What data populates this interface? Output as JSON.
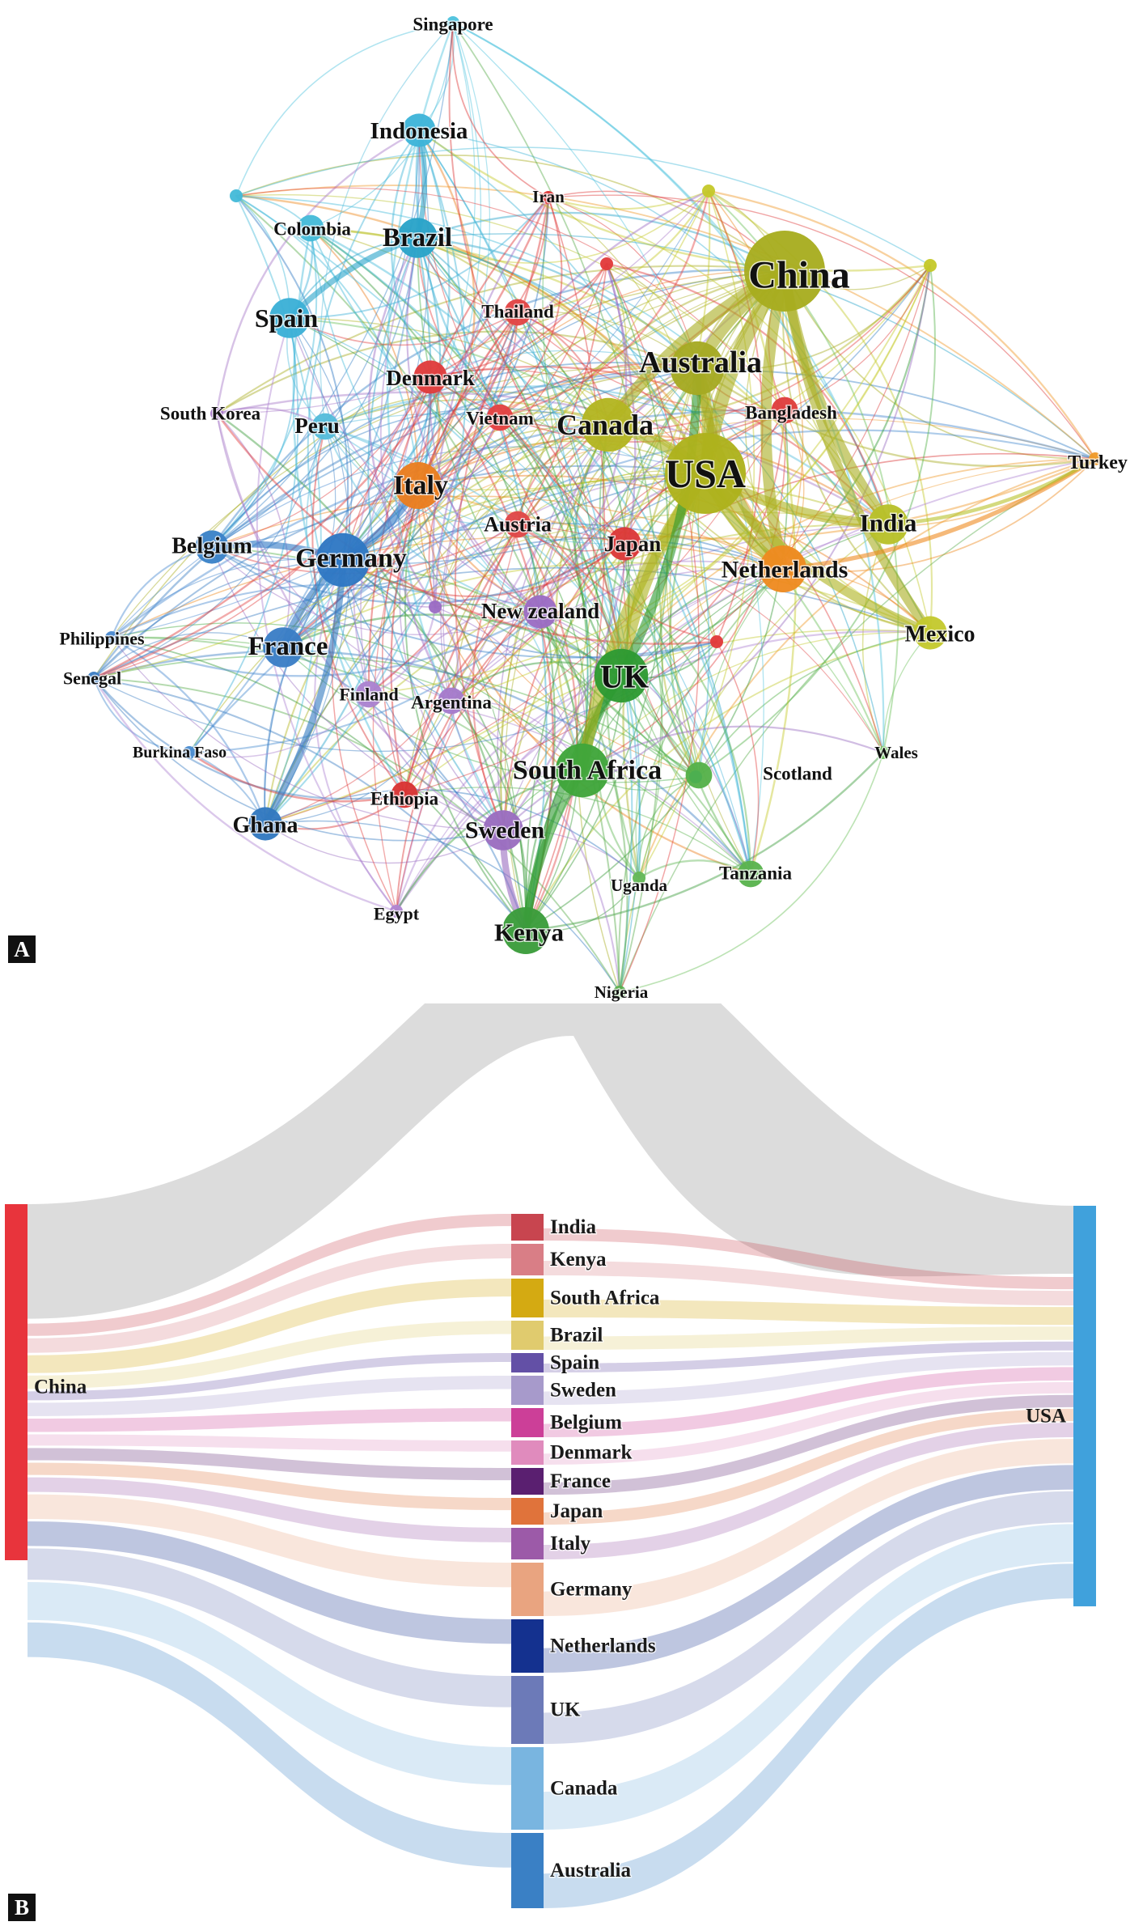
{
  "panel_a": {
    "label": "A",
    "nodes": [
      {
        "id": "China",
        "label": "China",
        "color": "#a8ad1f",
        "weight": 10
      },
      {
        "id": "USA",
        "label": "USA",
        "color": "#aeb21c",
        "weight": 10
      },
      {
        "id": "Australia",
        "label": "Australia",
        "color": "#a6aa22",
        "weight": 6
      },
      {
        "id": "Canada",
        "label": "Canada",
        "color": "#b3b521",
        "weight": 6
      },
      {
        "id": "India",
        "label": "India",
        "color": "#b8c12a",
        "weight": 4
      },
      {
        "id": "Mexico",
        "label": "Mexico",
        "color": "#c4c92e",
        "weight": 3
      },
      {
        "id": "Netherlands",
        "label": "Netherlands",
        "color": "#ee8a20",
        "weight": 5
      },
      {
        "id": "Italy",
        "label": "Italy",
        "color": "#ea7e1f",
        "weight": 5
      },
      {
        "id": "Turkey",
        "label": "Turkey",
        "color": "#ef9a2a",
        "weight": 1
      },
      {
        "id": "UK",
        "label": "UK",
        "color": "#2e9a32",
        "weight": 6
      },
      {
        "id": "South Africa",
        "label": "South Africa",
        "color": "#3fa63a",
        "weight": 6
      },
      {
        "id": "Kenya",
        "label": "Kenya",
        "color": "#3a9c3a",
        "weight": 5
      },
      {
        "id": "Scotland",
        "label": "Scotland",
        "color": "#55b14a",
        "weight": 2
      },
      {
        "id": "Tanzania",
        "label": "Tanzania",
        "color": "#5ab34e",
        "weight": 2
      },
      {
        "id": "Uganda",
        "label": "Uganda",
        "color": "#64b858",
        "weight": 1
      },
      {
        "id": "Nigeria",
        "label": "Nigeria",
        "color": "#5aad4e",
        "weight": 1
      },
      {
        "id": "Wales",
        "label": "Wales",
        "color": "#6cc05c",
        "weight": 1
      },
      {
        "id": "Germany",
        "label": "Germany",
        "color": "#2f78c4",
        "weight": 6
      },
      {
        "id": "France",
        "label": "France",
        "color": "#3a7ec6",
        "weight": 4
      },
      {
        "id": "Belgium",
        "label": "Belgium",
        "color": "#3a82c8",
        "weight": 3
      },
      {
        "id": "Ghana",
        "label": "Ghana",
        "color": "#3279c0",
        "weight": 3
      },
      {
        "id": "Philippines",
        "label": "Philippines",
        "color": "#4a8ad0",
        "weight": 1
      },
      {
        "id": "Senegal",
        "label": "Senegal",
        "color": "#3c7ec4",
        "weight": 1
      },
      {
        "id": "Burkina Faso",
        "label": "Burkina Faso",
        "color": "#4b8dd0",
        "weight": 1
      },
      {
        "id": "Brazil",
        "label": "Brazil",
        "color": "#2aa3c9",
        "weight": 4
      },
      {
        "id": "Spain",
        "label": "Spain",
        "color": "#3bb0d6",
        "weight": 4
      },
      {
        "id": "Indonesia",
        "label": "Indonesia",
        "color": "#3db4d8",
        "weight": 3
      },
      {
        "id": "Colombia",
        "label": "Colombia",
        "color": "#45bad9",
        "weight": 2
      },
      {
        "id": "Singapore",
        "label": "Singapore",
        "color": "#4fc3de",
        "weight": 1
      },
      {
        "id": "Peru",
        "label": "Peru",
        "color": "#55bcdb",
        "weight": 2
      },
      {
        "id": "Denmark",
        "label": "Denmark",
        "color": "#e03b3b",
        "weight": 3
      },
      {
        "id": "Vietnam",
        "label": "Vietnam",
        "color": "#e44242",
        "weight": 2
      },
      {
        "id": "Iran",
        "label": "Iran",
        "color": "#dd3535",
        "weight": 1
      },
      {
        "id": "Thailand",
        "label": "Thailand",
        "color": "#e24545",
        "weight": 2
      },
      {
        "id": "Bangladesh",
        "label": "Bangladesh",
        "color": "#df3d3d",
        "weight": 2
      },
      {
        "id": "Austria",
        "label": "Austria",
        "color": "#e04848",
        "weight": 2
      },
      {
        "id": "Japan",
        "label": "Japan",
        "color": "#dc3838",
        "weight": 3
      },
      {
        "id": "Ethiopia",
        "label": "Ethiopia",
        "color": "#d93333",
        "weight": 2
      },
      {
        "id": "South Korea",
        "label": "South Korea",
        "color": "#a778c8",
        "weight": 1
      },
      {
        "id": "New zealand",
        "label": "New zealand",
        "color": "#9b6cc4",
        "weight": 3
      },
      {
        "id": "Argentina",
        "label": "Argentina",
        "color": "#a57bcc",
        "weight": 2
      },
      {
        "id": "Finland",
        "label": "Finland",
        "color": "#ab82cf",
        "weight": 2
      },
      {
        "id": "Sweden",
        "label": "Sweden",
        "color": "#9a6dc0",
        "weight": 4
      },
      {
        "id": "Egypt",
        "label": "Egypt",
        "color": "#b086d2",
        "weight": 1
      },
      {
        "id": "unlabeled-red-1",
        "label": "",
        "color": "#e23a3a",
        "weight": 1
      },
      {
        "id": "unlabeled-red-2",
        "label": "",
        "color": "#e23a3a",
        "weight": 1
      },
      {
        "id": "unlabeled-yellow-1",
        "label": "",
        "color": "#c5c92b",
        "weight": 1
      },
      {
        "id": "unlabeled-yellow-2",
        "label": "",
        "color": "#c5c92b",
        "weight": 1
      },
      {
        "id": "unlabeled-cyan-1",
        "label": "",
        "color": "#45bad9",
        "weight": 1
      },
      {
        "id": "unlabeled-purple-1",
        "label": "",
        "color": "#9b6cc4",
        "weight": 1
      },
      {
        "id": "unlabeled-green-1",
        "label": "",
        "color": "#4caf50",
        "weight": 1
      }
    ],
    "heavy_links": [
      [
        "China",
        "USA"
      ],
      [
        "China",
        "Australia"
      ],
      [
        "USA",
        "Australia"
      ],
      [
        "USA",
        "Canada"
      ],
      [
        "USA",
        "UK"
      ],
      [
        "USA",
        "Netherlands"
      ],
      [
        "China",
        "Canada"
      ],
      [
        "China",
        "India"
      ],
      [
        "USA",
        "India"
      ],
      [
        "UK",
        "South Africa"
      ],
      [
        "South Africa",
        "Kenya"
      ],
      [
        "UK",
        "Kenya"
      ],
      [
        "Germany",
        "France"
      ],
      [
        "Germany",
        "Italy"
      ],
      [
        "Germany",
        "Belgium"
      ],
      [
        "Brazil",
        "Spain"
      ],
      [
        "Brazil",
        "Indonesia"
      ],
      [
        "USA",
        "Mexico"
      ],
      [
        "China",
        "Mexico"
      ],
      [
        "Netherlands",
        "Turkey"
      ],
      [
        "India",
        "Turkey"
      ],
      [
        "Sweden",
        "Kenya"
      ],
      [
        "Ghana",
        "Germany"
      ],
      [
        "USA",
        "South Africa"
      ],
      [
        "China",
        "Netherlands"
      ],
      [
        "Australia",
        "Netherlands"
      ],
      [
        "UK",
        "Australia"
      ]
    ]
  },
  "panel_b": {
    "label": "B",
    "left_node": {
      "label": "China",
      "color": "#e8343c"
    },
    "right_node": {
      "label": "USA",
      "color": "#40a1dc"
    },
    "middle_nodes": [
      {
        "label": "India",
        "color": "#c8454f",
        "weight": 22
      },
      {
        "label": "Kenya",
        "color": "#d97e86",
        "weight": 26
      },
      {
        "label": "South Africa",
        "color": "#d4aa12",
        "weight": 32
      },
      {
        "label": "Brazil",
        "color": "#e0cb6e",
        "weight": 24
      },
      {
        "label": "Spain",
        "color": "#6350a6",
        "weight": 16
      },
      {
        "label": "Sweden",
        "color": "#a79acb",
        "weight": 24
      },
      {
        "label": "Belgium",
        "color": "#cc3f98",
        "weight": 24
      },
      {
        "label": "Denmark",
        "color": "#e08bbd",
        "weight": 20
      },
      {
        "label": "France",
        "color": "#5a1f70",
        "weight": 22
      },
      {
        "label": "Japan",
        "color": "#e0733b",
        "weight": 22
      },
      {
        "label": "Italy",
        "color": "#9c5aa8",
        "weight": 26
      },
      {
        "label": "Germany",
        "color": "#e9a480",
        "weight": 44
      },
      {
        "label": "Netherlands",
        "color": "#14318f",
        "weight": 44
      },
      {
        "label": "UK",
        "color": "#6c7ab8",
        "weight": 56
      },
      {
        "label": "Canada",
        "color": "#79b5e0",
        "weight": 68
      },
      {
        "label": "Australia",
        "color": "#3a80c5",
        "weight": 62
      }
    ],
    "china_usa_weight": 120
  }
}
